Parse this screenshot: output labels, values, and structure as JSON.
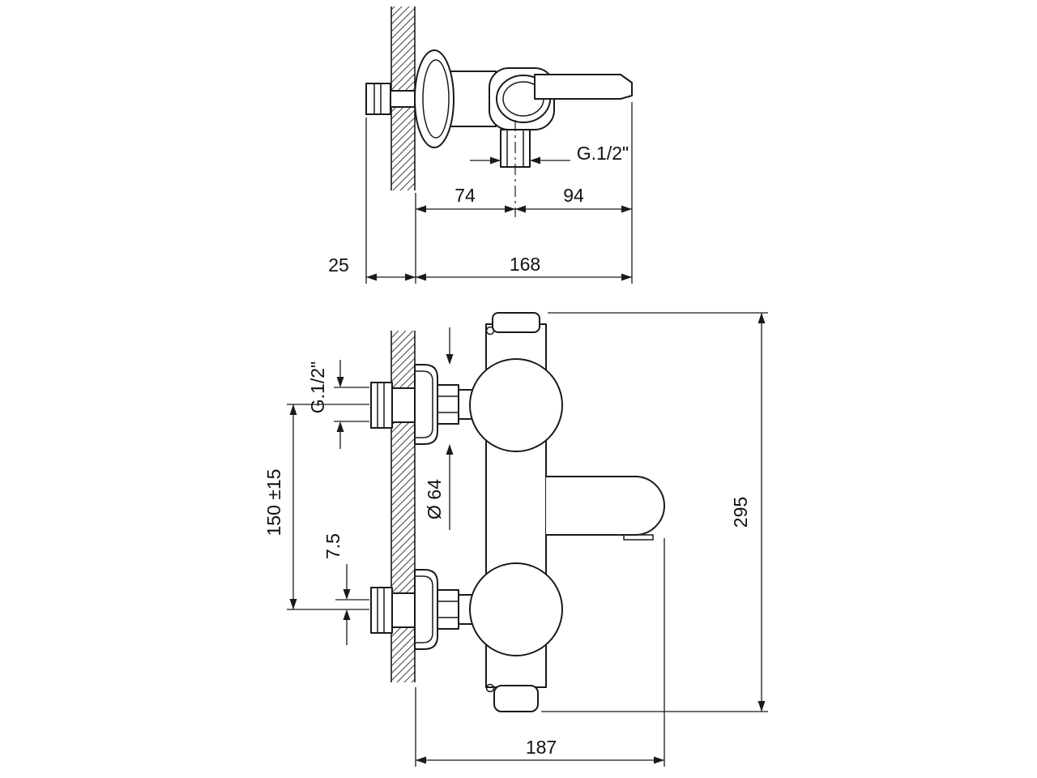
{
  "meta": {
    "background_color": "#ffffff",
    "line_color": "#1a1a1a",
    "drawing_type": "wall-mounted bath mixer technical drawing, top view and front view"
  },
  "top_view": {
    "thread_label": "G.1/2\"",
    "dim_wall_to_outlet": "74",
    "dim_outlet_to_tip": "94",
    "dim_wall_offset": "25",
    "dim_total_projection": "168"
  },
  "front_view": {
    "thread_label": "G.1/2\"",
    "dim_inlet_spacing": "150 ±15",
    "dim_offset": "7.5",
    "dim_flange_diameter": "Ø 64",
    "dim_height": "295",
    "dim_projection": "187"
  }
}
